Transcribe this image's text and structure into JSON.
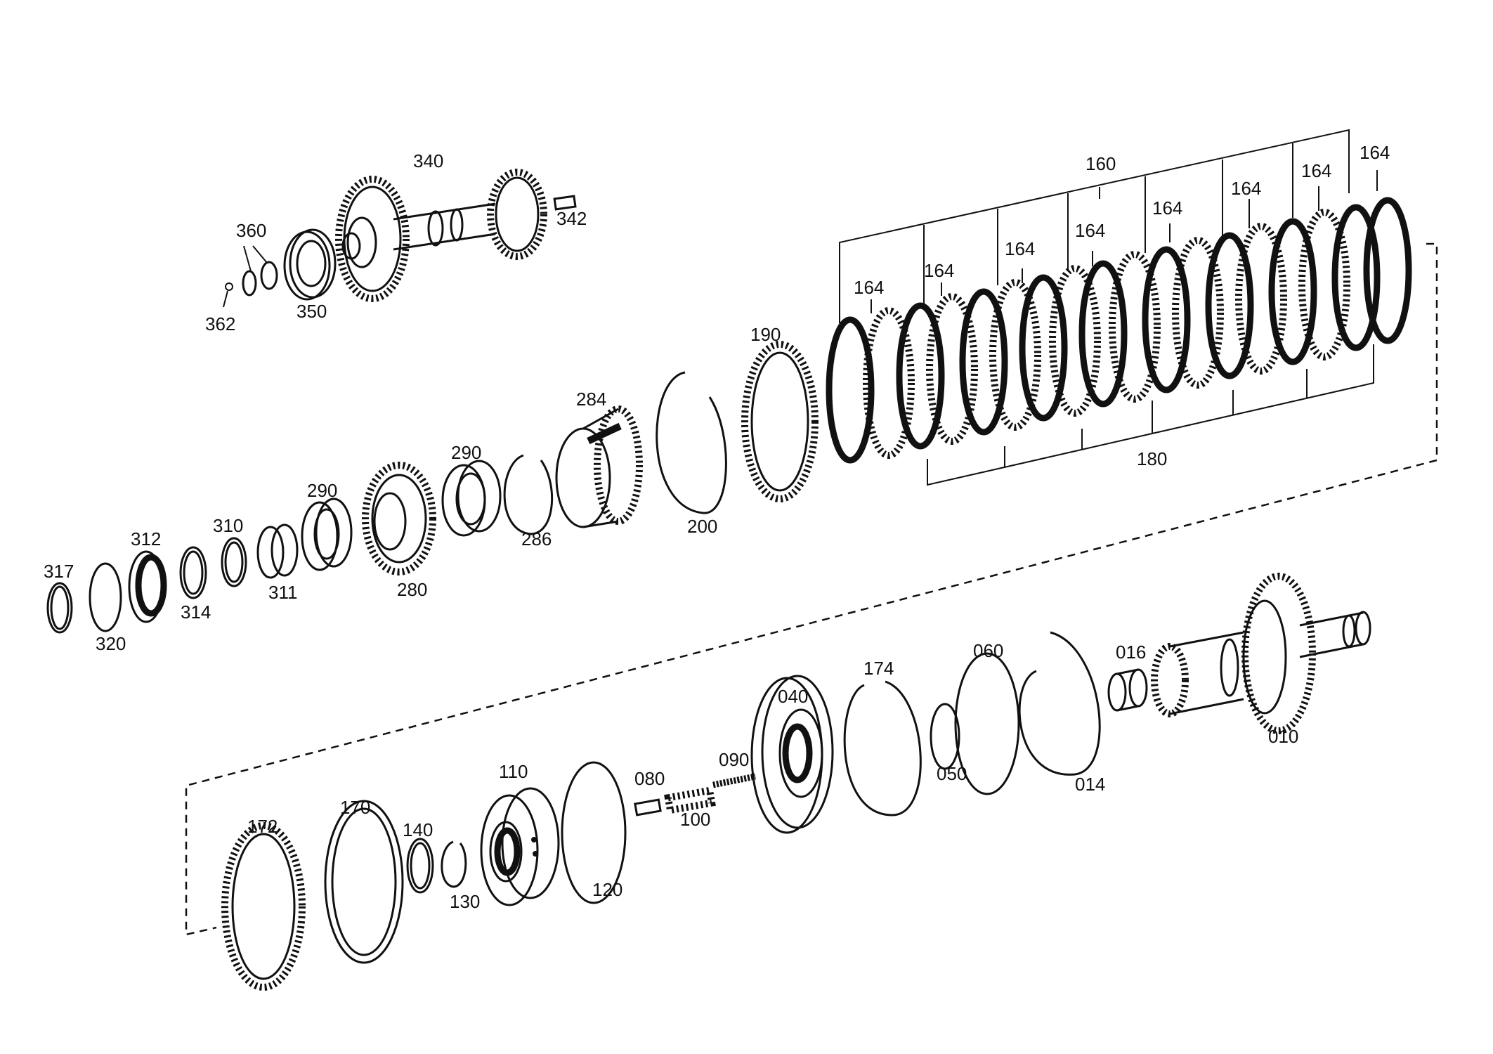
{
  "labels": {
    "p340": "340",
    "p342": "342",
    "p360": "360",
    "p362": "362",
    "p350": "350",
    "p160": "160",
    "p164a": "164",
    "p164b": "164",
    "p164c": "164",
    "p164d": "164",
    "p164e": "164",
    "p164f": "164",
    "p164g": "164",
    "p164h": "164",
    "p180": "180",
    "p190": "190",
    "p200": "200",
    "p284": "284",
    "p286": "286",
    "p290a": "290",
    "p290b": "290",
    "p280": "280",
    "p310": "310",
    "p311": "311",
    "p312": "312",
    "p314": "314",
    "p317": "317",
    "p320": "320",
    "p172": "172",
    "p170": "170",
    "p140": "140",
    "p130": "130",
    "p110": "110",
    "p120": "120",
    "p080": "080",
    "p100": "100",
    "p090": "090",
    "p040": "040",
    "p174": "174",
    "p050": "050",
    "p060": "060",
    "p014": "014",
    "p016": "016",
    "p010": "010"
  }
}
